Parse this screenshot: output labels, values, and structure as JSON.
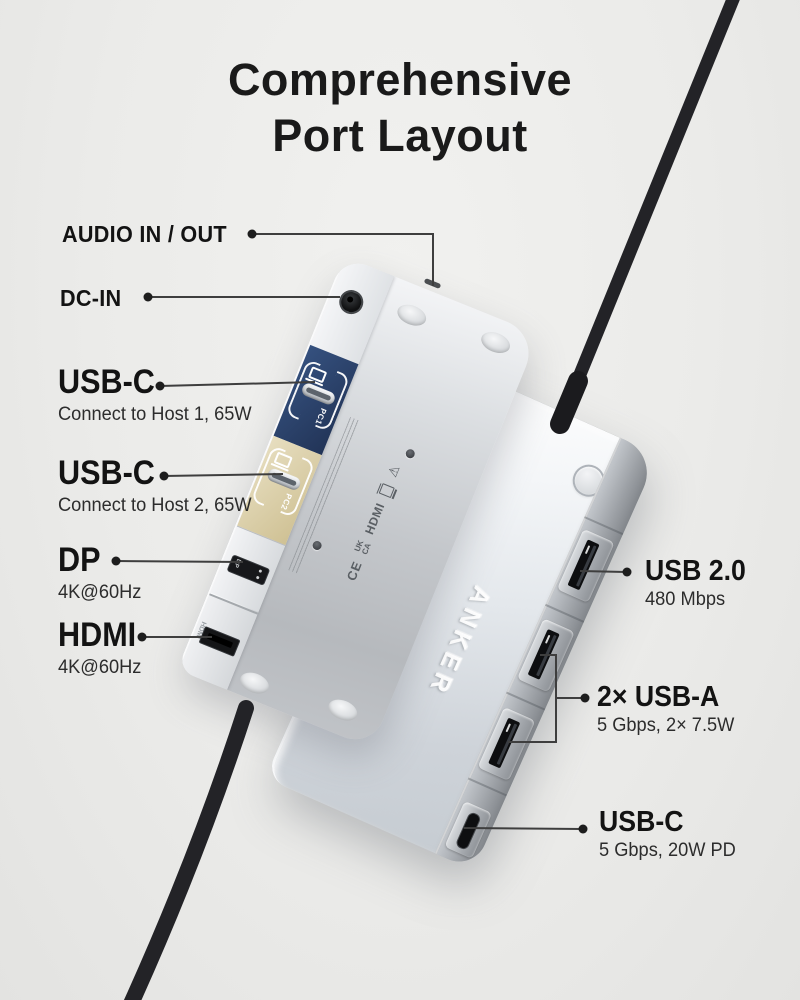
{
  "title": {
    "line1": "Comprehensive",
    "line2": "Port Layout"
  },
  "callouts": {
    "audio": {
      "heading": "AUDIO IN / OUT"
    },
    "dc_in": {
      "heading": "DC-IN"
    },
    "usb_c_host1": {
      "heading": "USB-C",
      "sub": "Connect to Host 1, 65W"
    },
    "usb_c_host2": {
      "heading": "USB-C",
      "sub": "Connect to Host 2, 65W"
    },
    "dp": {
      "heading": "DP",
      "sub": "4K@60Hz"
    },
    "hdmi": {
      "heading": "HDMI",
      "sub": "4K@60Hz"
    },
    "usb_2_0": {
      "heading": "USB 2.0",
      "sub": "480 Mbps"
    },
    "usb_a_pair": {
      "heading": "2× USB-A",
      "sub": "5 Gbps, 2× 7.5W"
    },
    "usb_c_data": {
      "heading": "USB-C",
      "sub": "5 Gbps, 20W PD"
    }
  },
  "device": {
    "brand": "ANKER",
    "port_tags": {
      "pc1": "PC1",
      "pc2": "PC2",
      "dp": "DP",
      "hdmi": "HDMI"
    },
    "certifications": {
      "ce": "CE",
      "ukca_line1": "UK",
      "ukca_line2": "CA",
      "hdmi": "HDMI"
    },
    "icons": {
      "warning": "⚠"
    }
  },
  "colors": {
    "background": "#ebebe9",
    "host1_band": "#2c4368",
    "host2_band": "#ddd2a6",
    "cable": "#232327",
    "heading_text": "#131313"
  }
}
